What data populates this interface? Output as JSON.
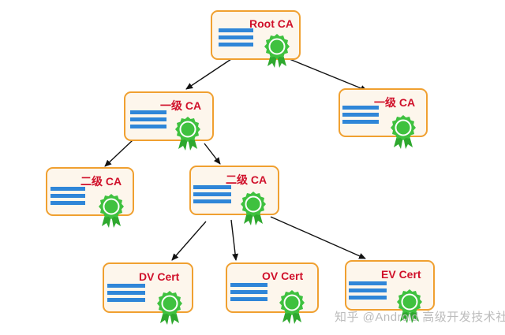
{
  "colors": {
    "border": "#f0a030",
    "fill": "#fdf6ec",
    "title": "#d0102a",
    "lines": "#2f86d8",
    "seal": "#3fc13f",
    "seal_ribbon": "#2ea82e",
    "arrow": "#111111"
  },
  "nodes": {
    "root": {
      "title": "Root CA"
    },
    "level1_left": {
      "title": "一级 CA"
    },
    "level1_right": {
      "title": "一级 CA"
    },
    "level2_left": {
      "title": "二级 CA"
    },
    "level2_mid": {
      "title": "二级 CA"
    },
    "dv": {
      "title": "DV Cert"
    },
    "ov": {
      "title": "OV Cert"
    },
    "ev": {
      "title": "EV Cert"
    }
  },
  "icons": [
    "certificate-seal-icon",
    "text-lines-icon",
    "arrow-icon"
  ],
  "watermark": {
    "text": "知乎 @Android 高级开发技术社区"
  }
}
